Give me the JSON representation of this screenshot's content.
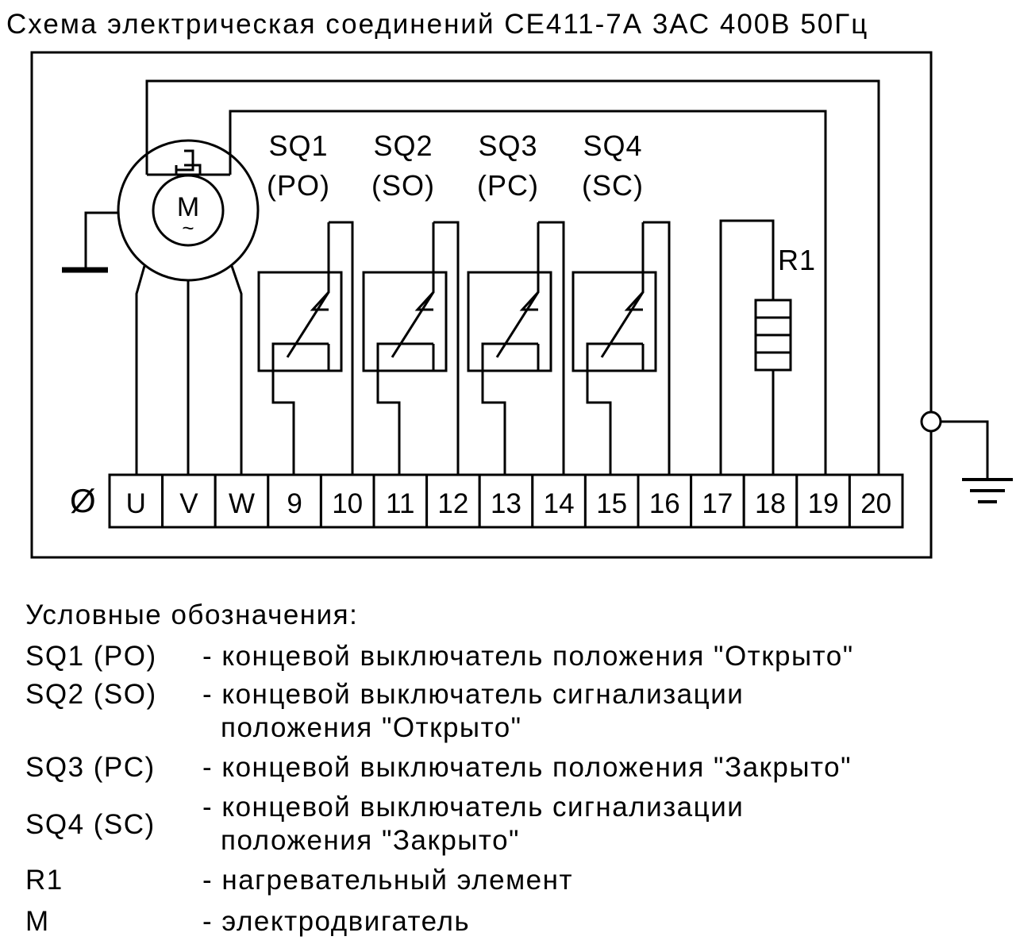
{
  "title": "Схема электрическая соединений СЕ411-7А  3АС 400В 50Гц",
  "motor": {
    "letter": "M",
    "symbol": "~"
  },
  "switches": [
    {
      "id": "SQ1",
      "code": "(PO)"
    },
    {
      "id": "SQ2",
      "code": "(SO)"
    },
    {
      "id": "SQ3",
      "code": "(PC)"
    },
    {
      "id": "SQ4",
      "code": "(SC)"
    }
  ],
  "heater": {
    "id": "R1"
  },
  "terminals": {
    "earth_symbol": "Ø",
    "labels": [
      "U",
      "V",
      "W",
      "9",
      "10",
      "11",
      "12",
      "13",
      "14",
      "15",
      "16",
      "17",
      "18",
      "19",
      "20"
    ]
  },
  "legend": {
    "heading": "Условные обозначения:",
    "items": [
      {
        "key": "SQ1 (PO)",
        "lines": [
          "- концевой выключатель положения \"Открыто\""
        ]
      },
      {
        "key": "SQ2 (SO)",
        "lines": [
          "- концевой выключатель сигнализации",
          "положения \"Открыто\""
        ]
      },
      {
        "key": "SQ3 (PC)",
        "lines": [
          "- концевой выключатель положения \"Закрыто\""
        ]
      },
      {
        "key": "SQ4 (SC)",
        "lines": [
          "- концевой выключатель сигнализации",
          "положения  \"Закрыто\""
        ]
      },
      {
        "key": "R1",
        "lines": [
          "- нагревательный элемент"
        ]
      },
      {
        "key": "M",
        "lines": [
          "- электродвигатель"
        ]
      }
    ]
  }
}
